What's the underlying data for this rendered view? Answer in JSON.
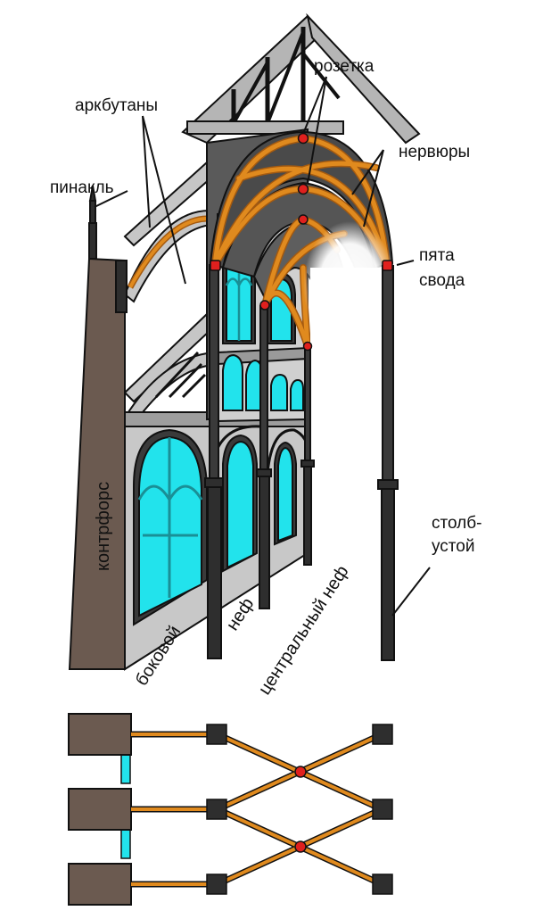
{
  "labels": {
    "rozetka": "розетка",
    "arkbutany": "аркбутаны",
    "pinakl": "пинакль",
    "nervyury": "нервюры",
    "pyata_line1": "пята",
    "pyata_line2": "свода",
    "kontrfors": "контрфорс",
    "bokovoy": "боковой",
    "nef": "неф",
    "centralny_nef": "центральный неф",
    "stolb_line1": "столб-",
    "stolb_line2": "устой"
  },
  "colors": {
    "rib": "#e08a1e",
    "rib_dark": "#a45a10",
    "glass": "#22e3ec",
    "buttress": "#6b5a50",
    "vault": "#4a4a4a",
    "stone_light": "#c9c9c9",
    "column": "#2e2e2e",
    "node": "#e0201e",
    "outline": "#111111"
  }
}
